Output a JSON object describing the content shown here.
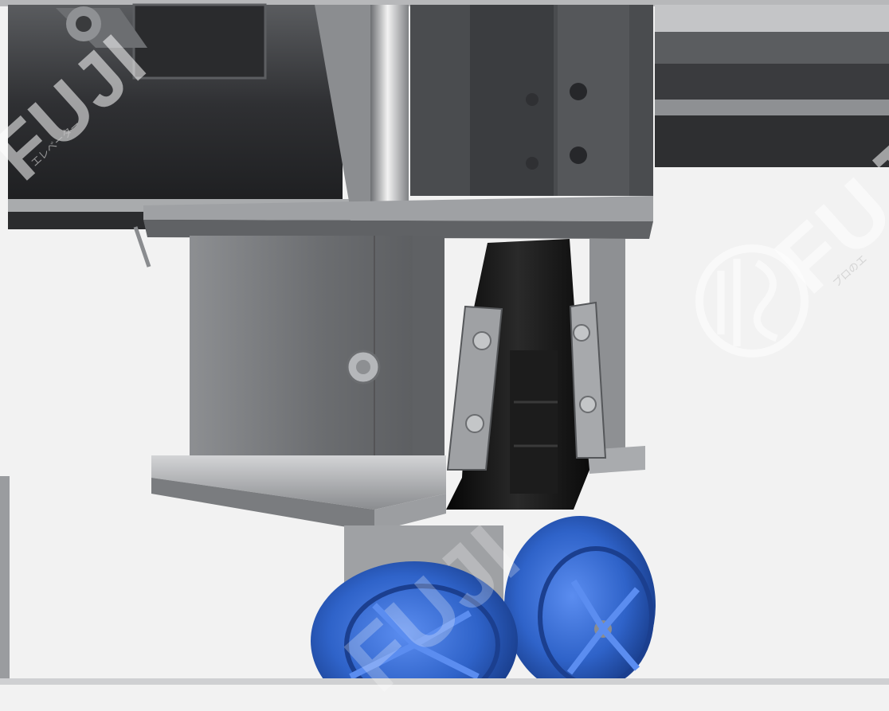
{
  "image": {
    "subject": "elevator-car-top-assembly",
    "palette": {
      "background": "#f2f2f2",
      "steel_dark": "#3a3b3d",
      "steel_mid": "#7b7d80",
      "steel_light": "#c9cacb",
      "rubber": "#141414",
      "wheel_blue": "#2f63c9",
      "wheel_blue_dark": "#1b3f8f"
    }
  },
  "watermarks": {
    "brand_left": "FUJI",
    "brand_left_sub": "エレベーター",
    "brand_right": "FUJI",
    "brand_right_sub": "プロのエ",
    "brand_center": "FUJI"
  }
}
